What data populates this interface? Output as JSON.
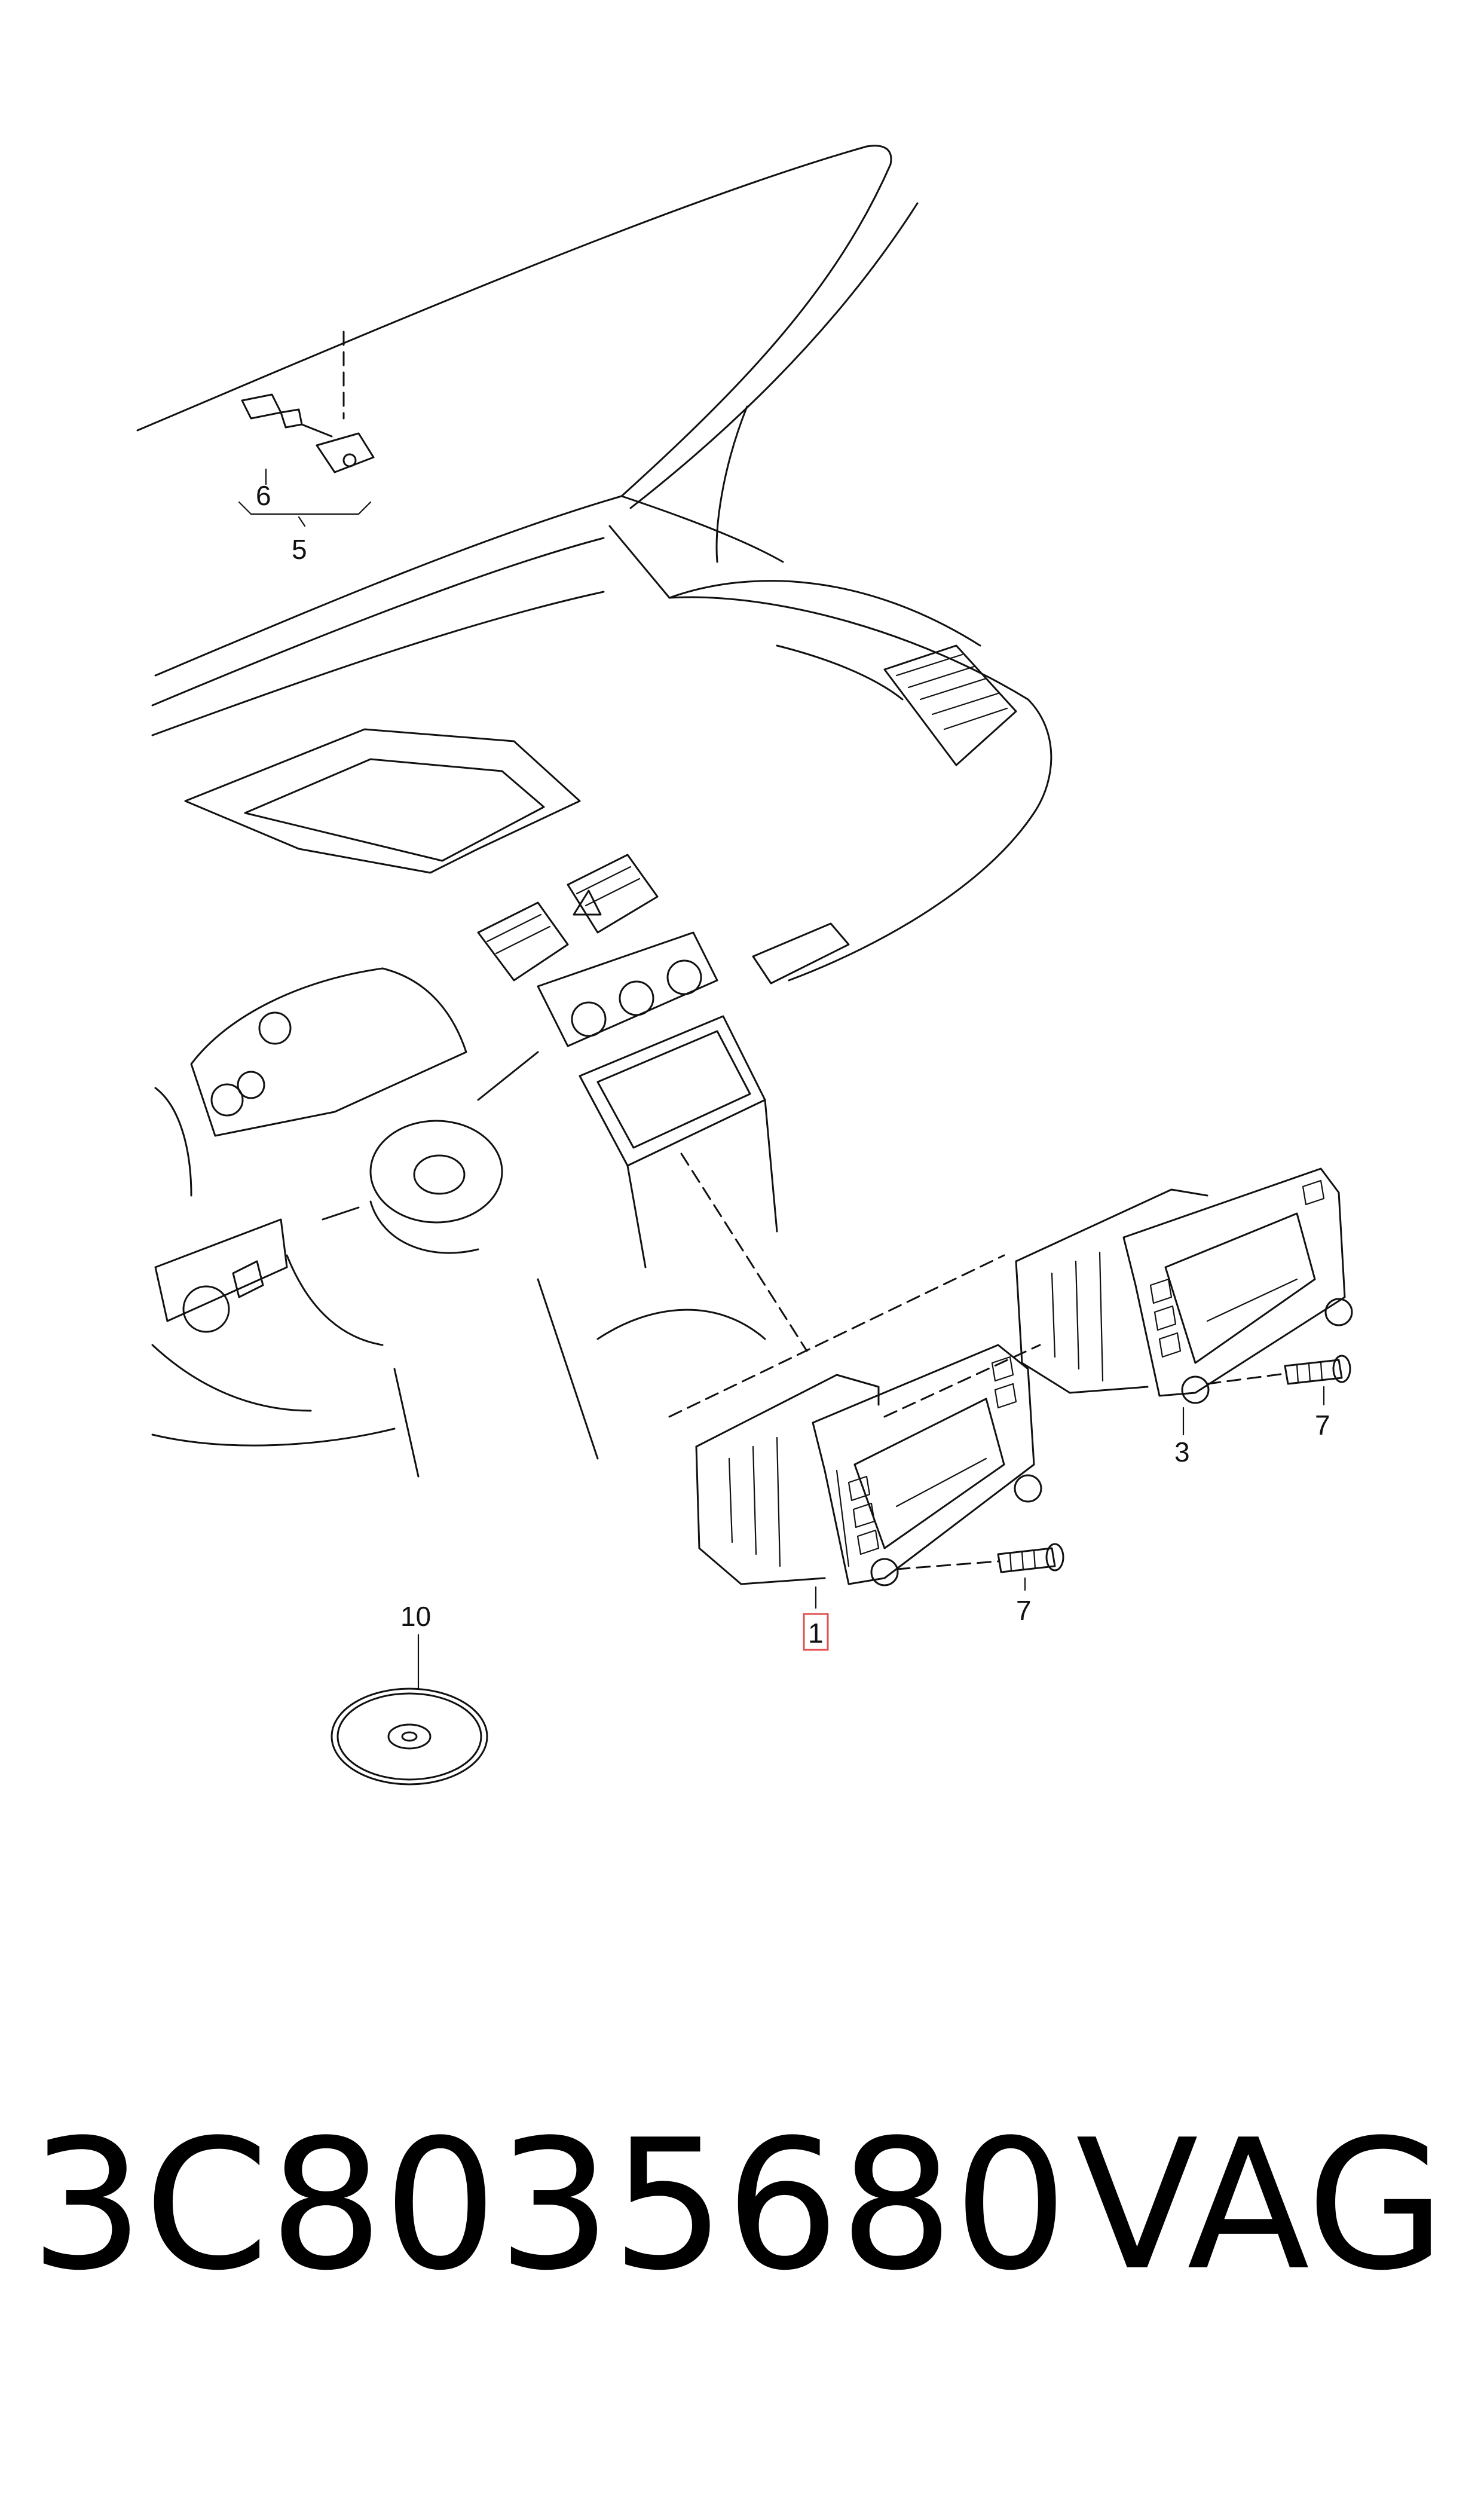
{
  "diagram": {
    "callouts": [
      {
        "id": "1",
        "label": "1",
        "highlighted": true
      },
      {
        "id": "3",
        "label": "3",
        "highlighted": false
      },
      {
        "id": "5",
        "label": "5",
        "highlighted": false
      },
      {
        "id": "6",
        "label": "6",
        "highlighted": false
      },
      {
        "id": "7a",
        "label": "7",
        "highlighted": false
      },
      {
        "id": "7b",
        "label": "7",
        "highlighted": false
      },
      {
        "id": "10",
        "label": "10",
        "highlighted": false
      }
    ],
    "highlight_color": "#e05050",
    "line_color": "#111111"
  },
  "footer": {
    "part_number": "3C8035680",
    "brand": "VAG"
  }
}
